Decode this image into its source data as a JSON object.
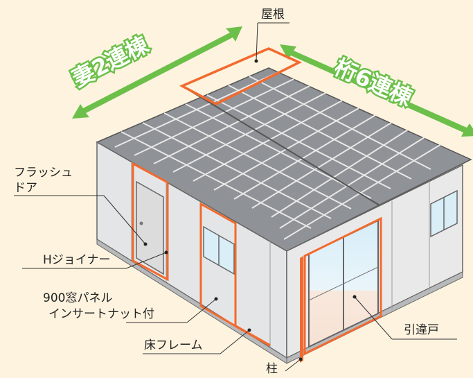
{
  "labels": {
    "roof": "屋根",
    "flush_door_line1": "フラッシュ",
    "flush_door_line2": "ドア",
    "h_joiner": "Hジョイナー",
    "window_panel_line1": "900窓パネル",
    "window_panel_line2": "インサートナット付",
    "floor_frame": "床フレーム",
    "pillar": "柱",
    "sliding_door": "引違戸"
  },
  "arrows": {
    "gable": "妻2連棟",
    "girder": "桁6連棟"
  },
  "colors": {
    "background": "#fdf3df",
    "arrow": "#6cc04a",
    "highlight": "#f26a2e",
    "roof": "#9a9c9f",
    "wall": "#e6e6e6",
    "glass": "#d9eef7"
  },
  "icons": [
    "arrow-icon",
    "door-knob-icon"
  ]
}
